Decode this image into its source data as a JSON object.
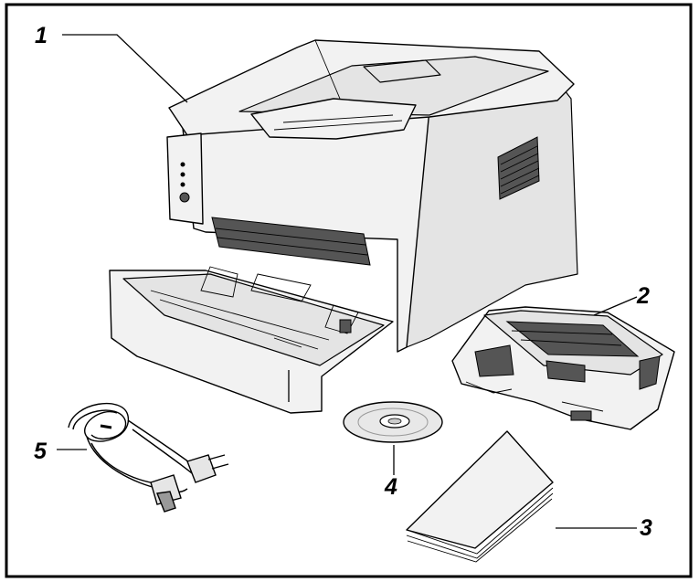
{
  "callouts": {
    "printer": "1",
    "drum_unit": "2",
    "documentation": "3",
    "cd_rom": "4",
    "power_cord": "5"
  },
  "colors": {
    "frame": "#000000",
    "background": "#ffffff",
    "component_fill": "#f2f2f2"
  },
  "icons": [
    "printer-illustration",
    "drum-unit-illustration",
    "cd-rom-illustration",
    "documents-illustration",
    "power-cord-illustration"
  ]
}
